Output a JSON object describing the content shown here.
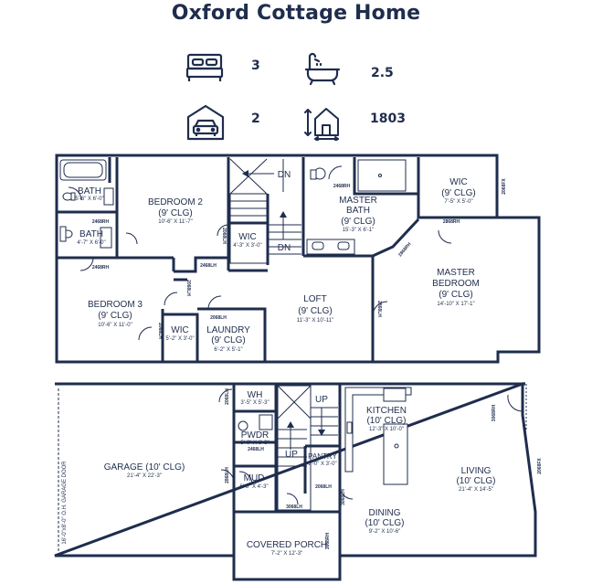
{
  "title": "Oxford Cottage Home",
  "stats": {
    "bedrooms": "3",
    "baths": "2.5",
    "garage": "2",
    "sqft": "1803"
  },
  "icons": {
    "bed": "bed-icon",
    "bath": "bathtub-icon",
    "garage": "garage-car-icon",
    "area": "house-area-icon"
  },
  "upper": {
    "rooms": {
      "bath1": {
        "name": "BATH",
        "dim": "5'-6\" X 6'-0\""
      },
      "bath2": {
        "name": "BATH",
        "dim": "4'-7\" X 6'-0\""
      },
      "bedroom2": {
        "name": "BEDROOM 2",
        "clg": "(9' CLG)",
        "dim": "10'-6\" X 11'-7\""
      },
      "wic1": {
        "name": "WIC",
        "dim": "4'-3\" X 3'-0\""
      },
      "master_bath": {
        "name": "MASTER",
        "name2": "BATH",
        "clg": "(9' CLG)",
        "dim": "15'-3\" X 6'-1\""
      },
      "wic_master": {
        "name": "WIC",
        "clg": "(9' CLG)",
        "dim": "7'-5\" X 5'-0\""
      },
      "master_bedroom": {
        "name": "MASTER",
        "name2": "BEDROOM",
        "clg": "(9' CLG)",
        "dim": "14'-10\" X 17'-1\""
      },
      "bedroom3": {
        "name": "BEDROOM 3",
        "clg": "(9' CLG)",
        "dim": "10'-6\" X 11'-0\""
      },
      "wic2": {
        "name": "WIC",
        "dim": "5'-2\" X 3'-0\""
      },
      "laundry": {
        "name": "LAUNDRY",
        "clg": "(9' CLG)",
        "dim": "6'-2\" X 5'-1\""
      },
      "loft": {
        "name": "LOFT",
        "clg": "(9' CLG)",
        "dim": "11'-3\" X 10'-11\""
      }
    },
    "stairs": {
      "dn_top": "DN",
      "dn_bottom": "DN"
    },
    "doors": [
      "2468RH",
      "2468RH",
      "2468RH",
      "2068LH",
      "2468LH",
      "2068LH",
      "2868LH",
      "2068RH",
      "2468LH",
      "2868RH",
      "2868RH",
      "2868RH",
      "2068LH",
      "2068LH",
      "2068FX"
    ]
  },
  "lower": {
    "rooms": {
      "garage": {
        "name": "GARAGE (10' CLG)",
        "dim": "21'-4\" X 22'-3\""
      },
      "garage_door": {
        "name": "16'-0\"x8'-0\" O.H. GARAGE DOOR"
      },
      "wh": {
        "name": "WH",
        "dim": "3'-5\" X 5'-3\""
      },
      "pwdr": {
        "name": "PWDR",
        "dim": "5'-0\" X 6'-3\""
      },
      "mud": {
        "name": "MUD",
        "dim": "6'-8\" X 4'-3\""
      },
      "pantry": {
        "name": "PANTRY",
        "dim": "5'-0\" X 3'-0\""
      },
      "kitchen": {
        "name": "KITCHEN",
        "clg": "(10' CLG)",
        "dim": "12'-3\" X 10'-0\""
      },
      "dining": {
        "name": "DINING",
        "clg": "(10' CLG)",
        "dim": "9'-2\" X 10'-6\""
      },
      "living": {
        "name": "LIVING",
        "clg": "(10' CLG)",
        "dim": "21'-4\" X 14'-5\""
      },
      "porch": {
        "name": "COVERED PORCH",
        "dim": "7'-2\" X 12'-3\""
      }
    },
    "stairs": {
      "up_top": "UP",
      "up_bottom": "UP"
    },
    "doors": [
      "2068LH",
      "2468LH",
      "2868LH",
      "3068LH",
      "2068LH",
      "3068RH",
      "3068LH",
      "3068RH",
      "2068FX",
      "2068RH",
      "2068LH"
    ]
  }
}
